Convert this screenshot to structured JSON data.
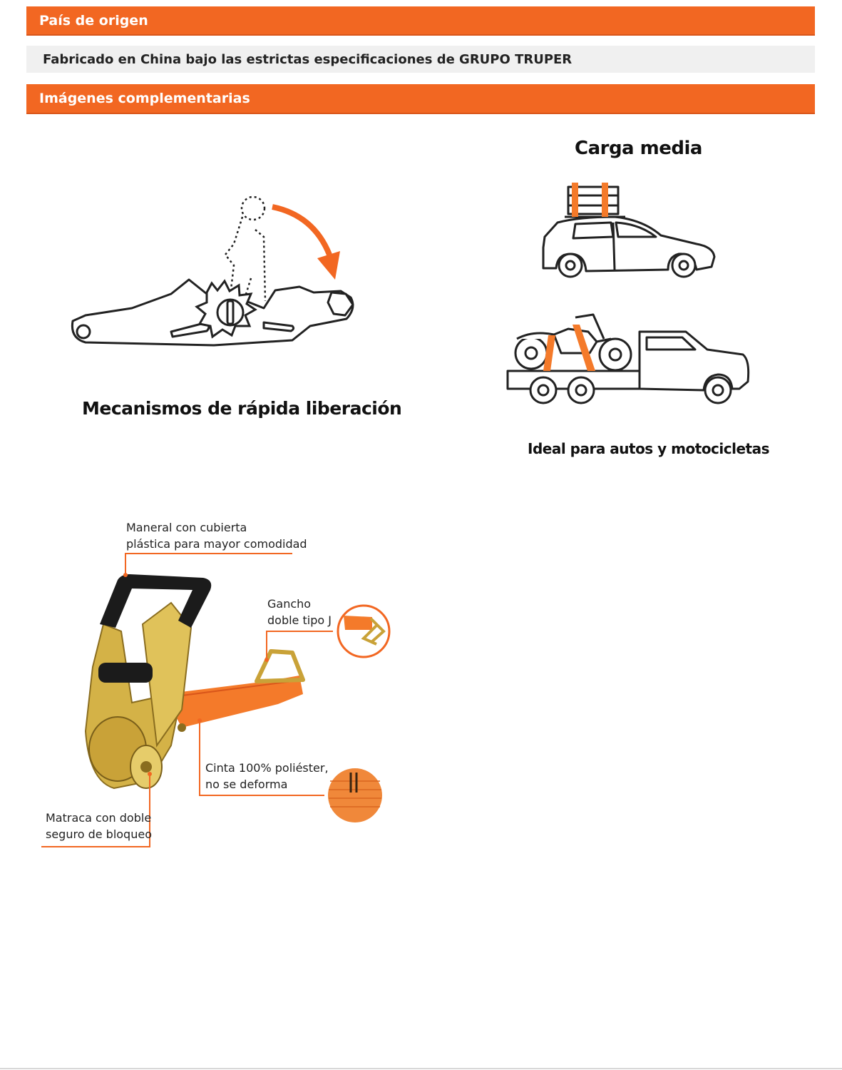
{
  "sections": {
    "origin_title": "País de origen",
    "origin_text": "Fabricado en China bajo las estrictas especificaciones de GRUPO TRUPER",
    "images_title": "Imágenes complementarias"
  },
  "images": {
    "mechanism_caption": "Mecanismos de rápida liberación",
    "load_title": "Carga media",
    "load_caption": "Ideal para autos y motocicletas"
  },
  "product_callouts": {
    "handle_line1": "Maneral con cubierta",
    "handle_line2": "plástica para mayor comodidad",
    "hook_line1": "Gancho",
    "hook_line2": "doble tipo J",
    "strap_line1": "Cinta 100% poliéster,",
    "strap_line2": "no se deforma",
    "ratchet_line1": "Matraca con doble",
    "ratchet_line2": "seguro de bloqueo"
  },
  "colors": {
    "accent": "#f26722",
    "header_text": "#ffffff",
    "row_background": "#f0f0f0",
    "strap": "#f47a2a",
    "metal": "#d4b247"
  }
}
